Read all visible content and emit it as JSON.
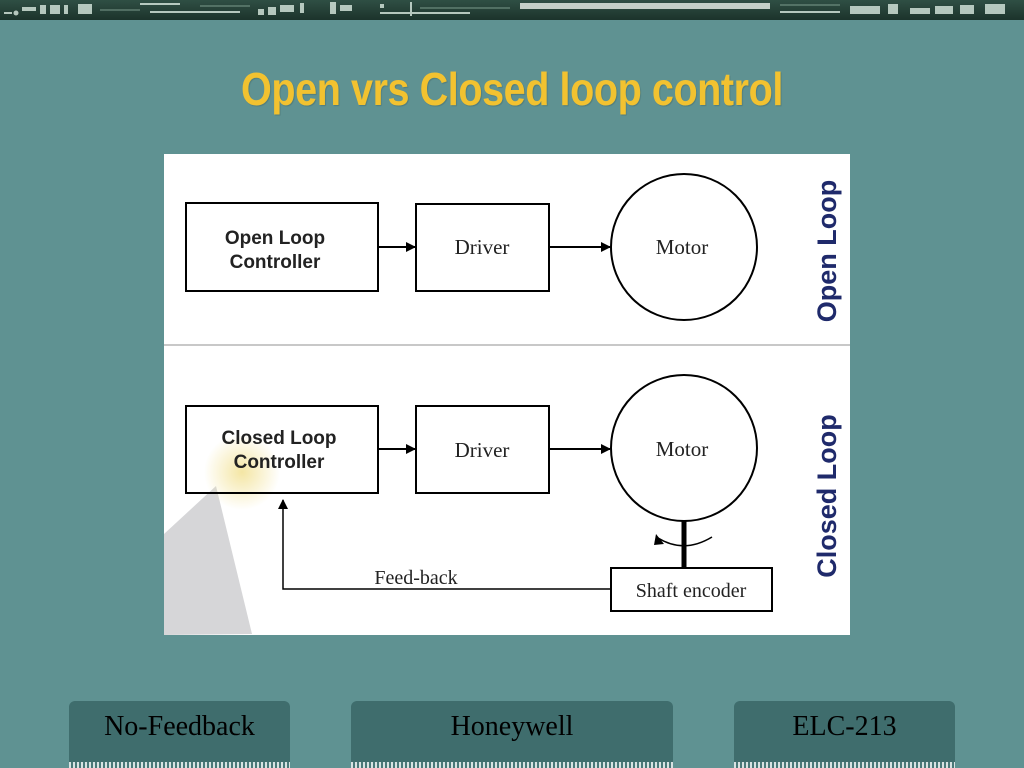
{
  "slide": {
    "title": "Open vrs Closed loop control"
  },
  "diagram": {
    "open_loop": {
      "section_label": "Open Loop",
      "controller_line1": "Open Loop",
      "controller_line2": "Controller",
      "driver": "Driver",
      "motor": "Motor"
    },
    "closed_loop": {
      "section_label": "Closed Loop",
      "controller_line1": "Closed Loop",
      "controller_line2": "Controller",
      "driver": "Driver",
      "motor": "Motor",
      "encoder": "Shaft encoder",
      "feedback": "Feed-back"
    },
    "colors": {
      "section_label": "#1f2a6b",
      "title": "#f2c230",
      "background": "#5f9292"
    }
  },
  "footer": {
    "left": "No-Feedback",
    "center": "Honeywell",
    "right": "ELC-213"
  }
}
